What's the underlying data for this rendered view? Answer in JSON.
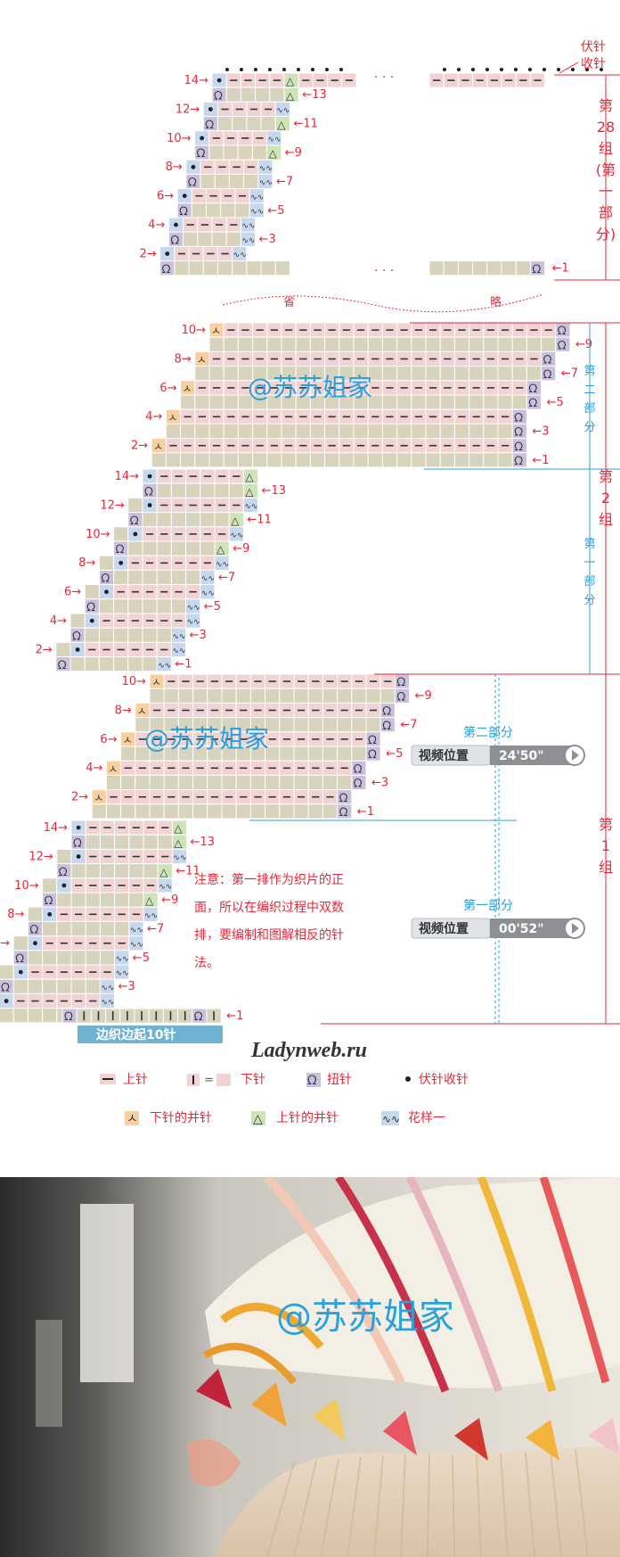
{
  "header": {
    "bindoff_l1": "伏针",
    "bindoff_l2": "收针"
  },
  "groups": {
    "g28": [
      "第",
      "28",
      "组",
      "(第",
      "一",
      "部",
      "分)"
    ],
    "g2_p2": [
      "第",
      "二",
      "部",
      "分"
    ],
    "g2": [
      "第",
      "2",
      "组"
    ],
    "g2_p1": [
      "第",
      "一",
      "部",
      "分"
    ],
    "g1": [
      "第",
      "1",
      "组"
    ]
  },
  "omit_left": "省",
  "omit_right": "略",
  "ellipsis": "· · ·",
  "watermark": "@苏苏姐家",
  "video": {
    "part2_title": "第二部分",
    "part2_label": "视频位置",
    "part2_time": "24'50\"",
    "part1_title": "第一部分",
    "part1_label": "视频位置",
    "part1_time": "00'52\""
  },
  "note": [
    "注意：第一排作为织片的正",
    "面，所以在编织过程中双数",
    "排，要编制和图解相反的针",
    "法。"
  ],
  "cast_on": "边织边起10针",
  "site": "Ladynweb.ru",
  "legend": {
    "knit": "上针",
    "purl_eq": "=",
    "purl": "下针",
    "twist": "扭针",
    "bindoff": "伏针收针",
    "purl_k2tog": "下针的并针",
    "knit_k2tog": "上针的并针",
    "pattern1": "花样一"
  },
  "colors": {
    "cell": "#d8d3bc",
    "cell_line": "#ffffff",
    "pink": "#f2d3d3",
    "peach": "#f9cfa0",
    "green": "#cfe3b8",
    "blue_cell": "#c6d7ee",
    "violet": "#c8c0dd",
    "red": "#e8283a",
    "blue": "#2aa0dc",
    "teal": "#5aa9c6"
  }
}
